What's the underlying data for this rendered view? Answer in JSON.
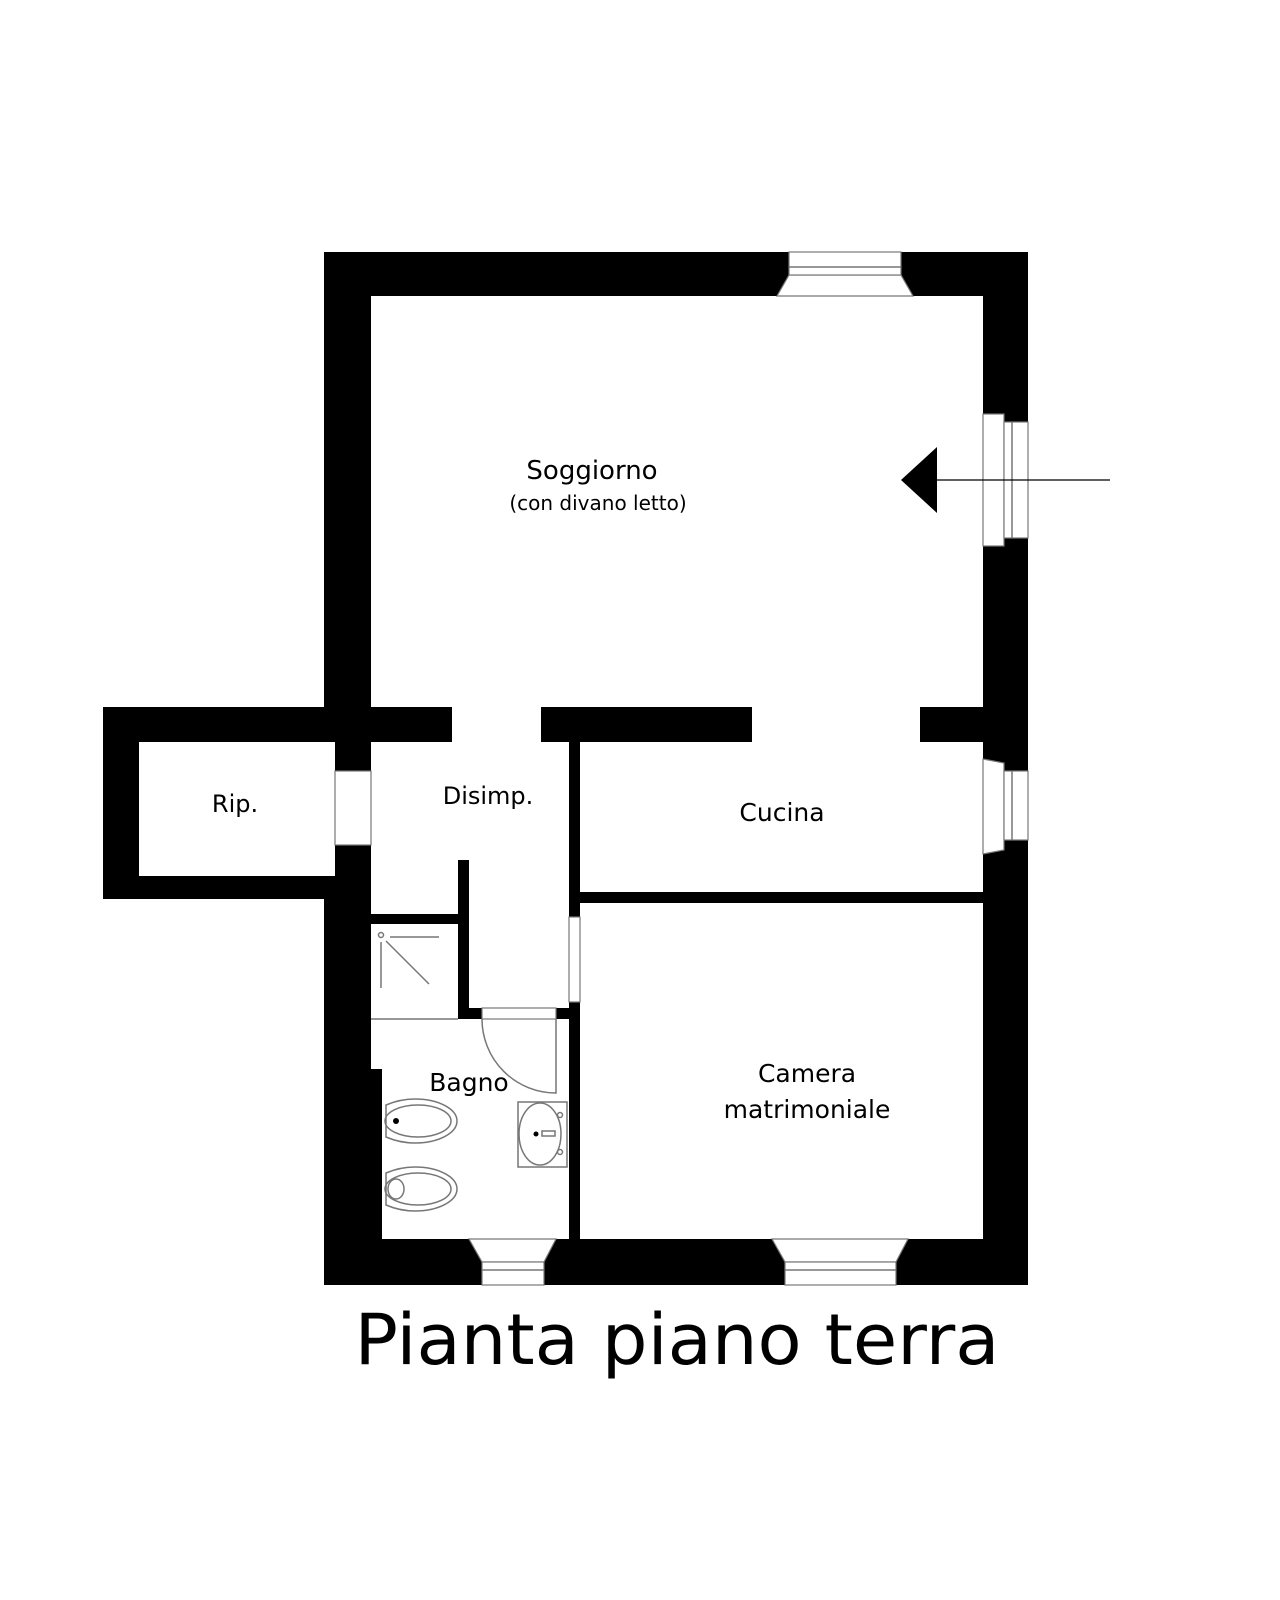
{
  "title": "Pianta piano terra",
  "rooms": {
    "soggiorno": {
      "name": "Soggiorno",
      "note": "(con divano letto)"
    },
    "ripostiglio": {
      "name": "Rip."
    },
    "disimpegno": {
      "name": "Disimp."
    },
    "cucina": {
      "name": "Cucina"
    },
    "bagno": {
      "name": "Bagno"
    },
    "camera": {
      "line1": "Camera",
      "line2": "matrimoniale"
    }
  },
  "symbols": {
    "entrance": "arrow-left-icon"
  },
  "colors": {
    "walls": "#000000",
    "background": "#ffffff",
    "fixtures": "#777777"
  }
}
